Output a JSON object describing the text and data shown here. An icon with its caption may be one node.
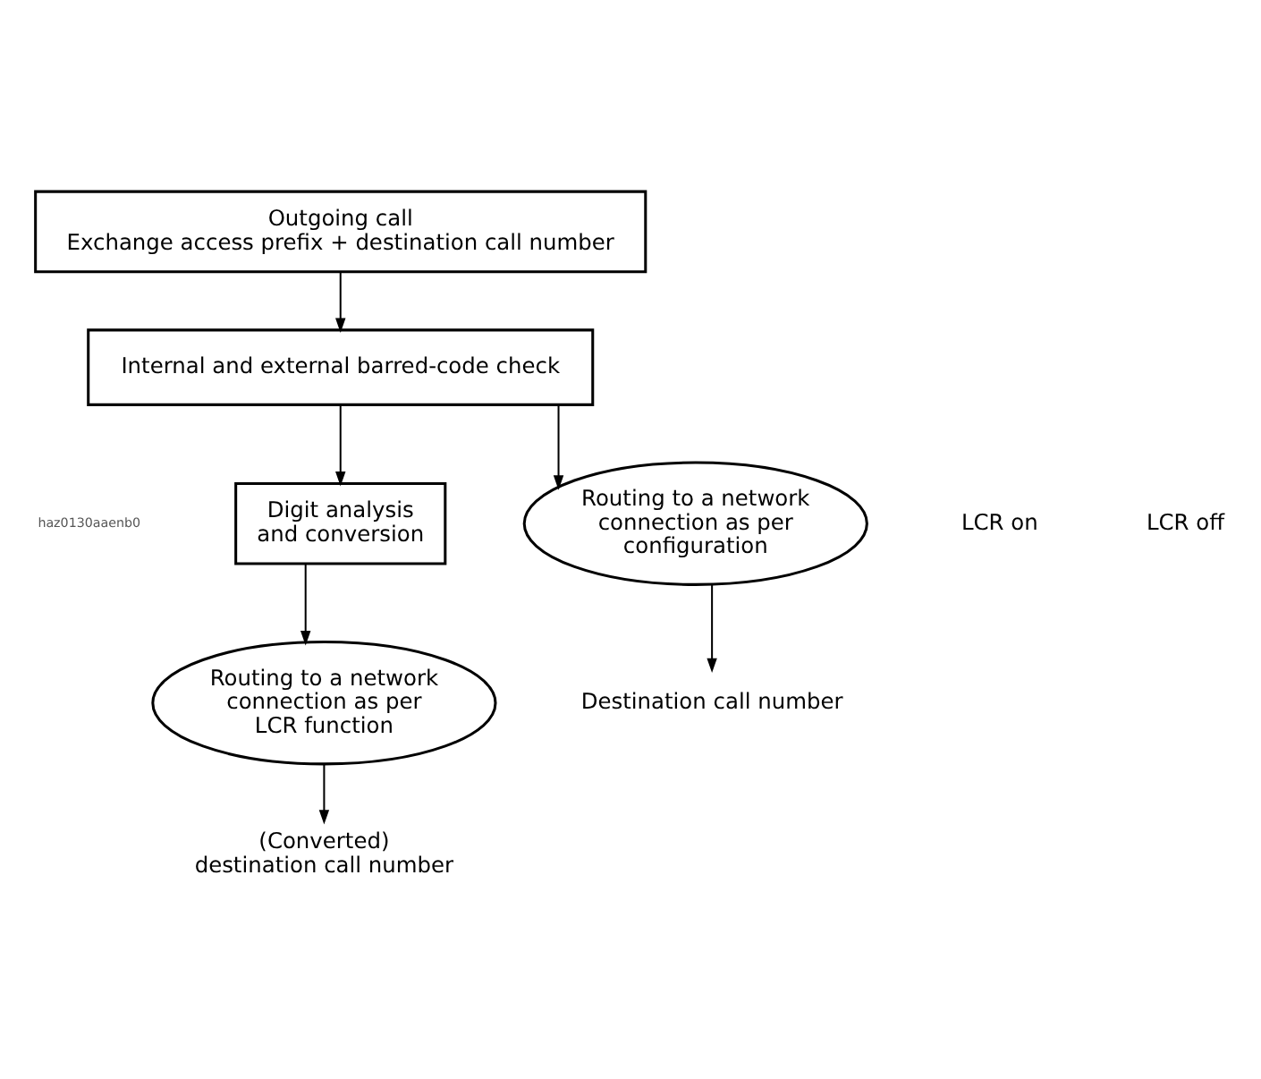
{
  "diagram": {
    "nodes": [
      {
        "text": [
          "Outgoing call",
          "Exchange access prefix + destination call number"
        ]
      },
      {
        "text": [
          "Internal and external barred-code check"
        ]
      },
      {
        "text": [
          "Digit analysis and conversion"
        ]
      },
      {
        "text": [
          "Routing to a network connection as per LCR function"
        ]
      },
      {
        "text": [
          "Routing to a network connection as per configuration"
        ]
      },
      {
        "text": [
          "(Converted) destination call number"
        ]
      },
      {
        "text": [
          "Destination call number"
        ]
      }
    ],
    "edges": [
      {
        "from": 0,
        "to": 1,
        "arrow": "to"
      },
      {
        "from": 1,
        "to": 2,
        "arrow": "to"
      },
      {
        "from": 1,
        "to": 4,
        "arrow": "to"
      },
      {
        "from": 2,
        "to": 3,
        "arrow": "to"
      },
      {
        "from": 3,
        "to": 5,
        "arrow": "to"
      },
      {
        "from": 4,
        "to": 6,
        "arrow": "to"
      }
    ],
    "labels": [
      "haz0130aaenb0",
      "LCR on",
      "LCR off"
    ]
  }
}
